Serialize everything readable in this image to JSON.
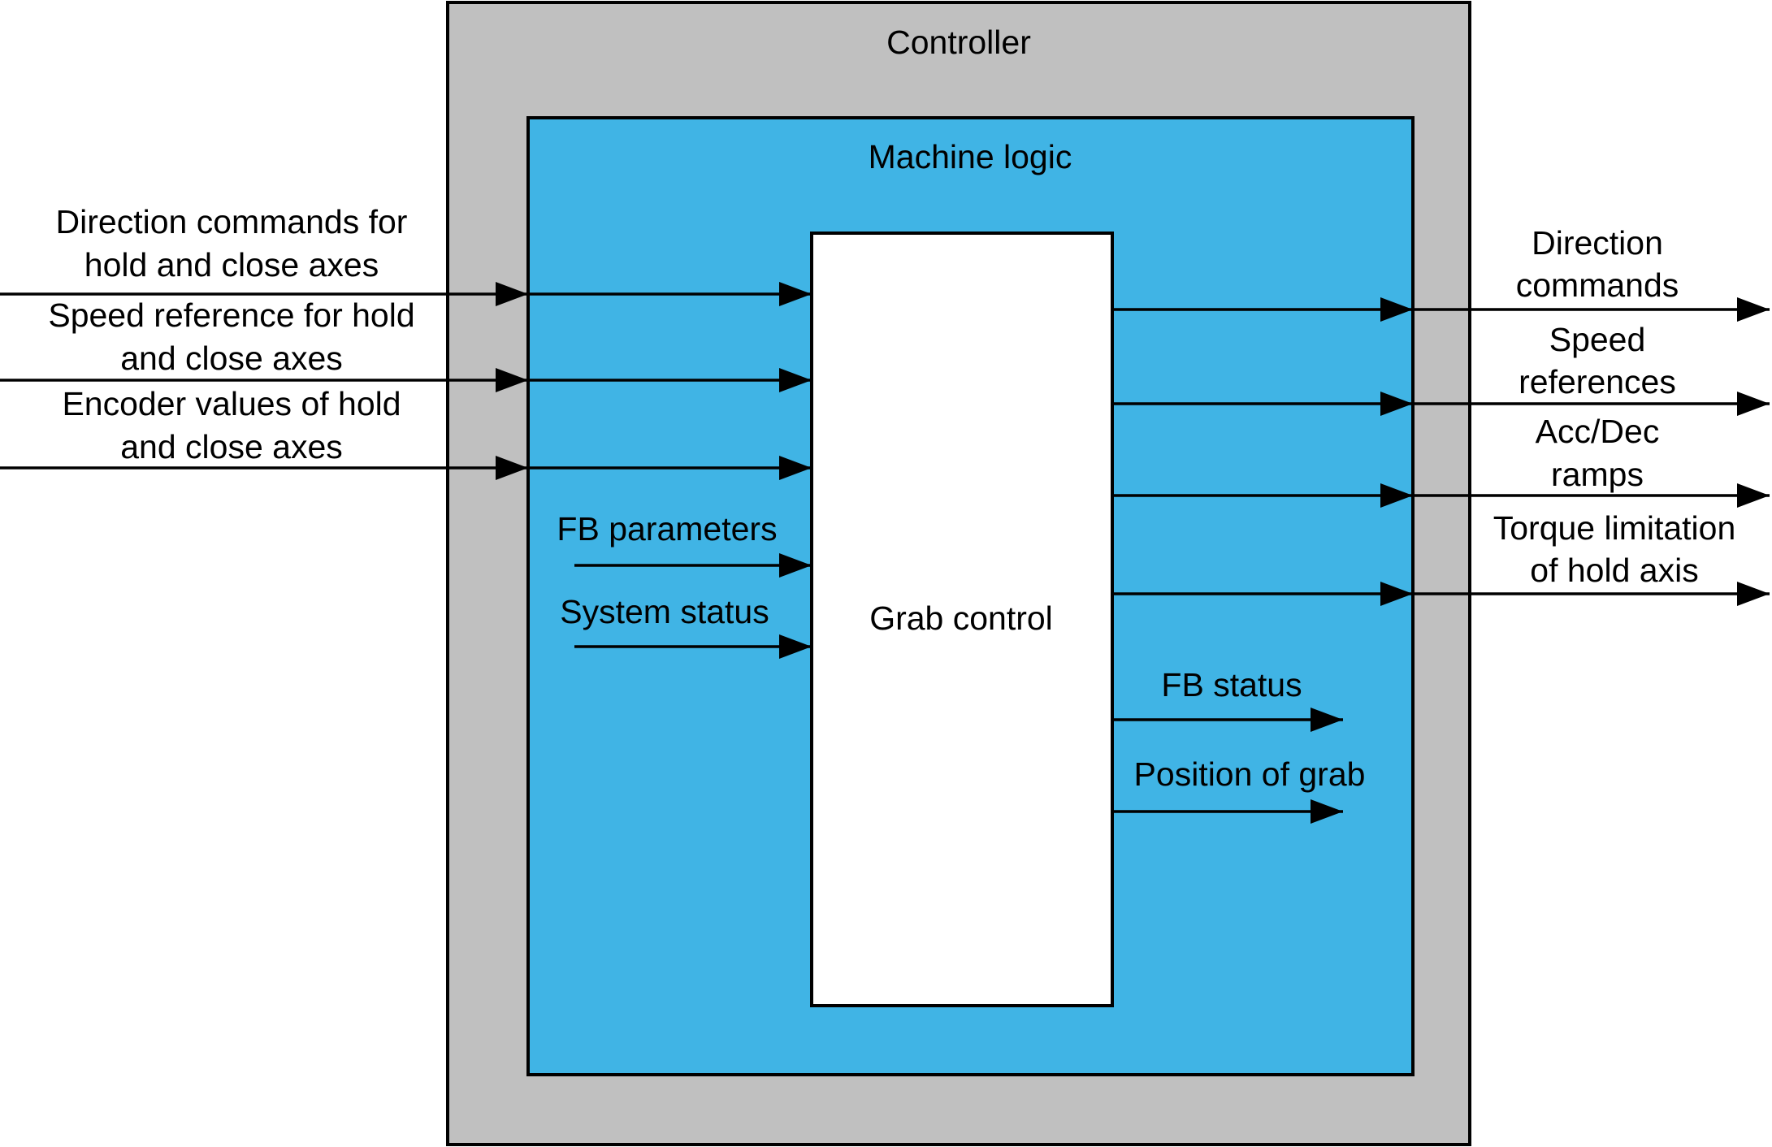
{
  "colors": {
    "controller_fill": "#c0c0c0",
    "machine_logic_fill": "#40b4e5",
    "grab_control_fill": "#ffffff",
    "stroke": "#000000"
  },
  "controller": {
    "title": "Controller"
  },
  "machine_logic": {
    "title": "Machine logic"
  },
  "grab_control": {
    "title": "Grab control"
  },
  "external_inputs": [
    {
      "lines": [
        "Direction commands for",
        "hold and close axes"
      ]
    },
    {
      "lines": [
        "Speed reference for hold",
        "and close axes"
      ]
    },
    {
      "lines": [
        "Encoder values of hold",
        "and close axes"
      ]
    }
  ],
  "internal_inputs": [
    {
      "label": "FB parameters"
    },
    {
      "label": "System status"
    }
  ],
  "external_outputs": [
    {
      "lines": [
        "Direction",
        "commands"
      ]
    },
    {
      "lines": [
        "Speed",
        "references"
      ]
    },
    {
      "lines": [
        "Acc/Dec",
        "ramps"
      ]
    },
    {
      "lines": [
        "Torque limitation",
        "of hold axis"
      ]
    }
  ],
  "internal_outputs": [
    {
      "label": "FB status"
    },
    {
      "label": "Position of grab"
    }
  ]
}
